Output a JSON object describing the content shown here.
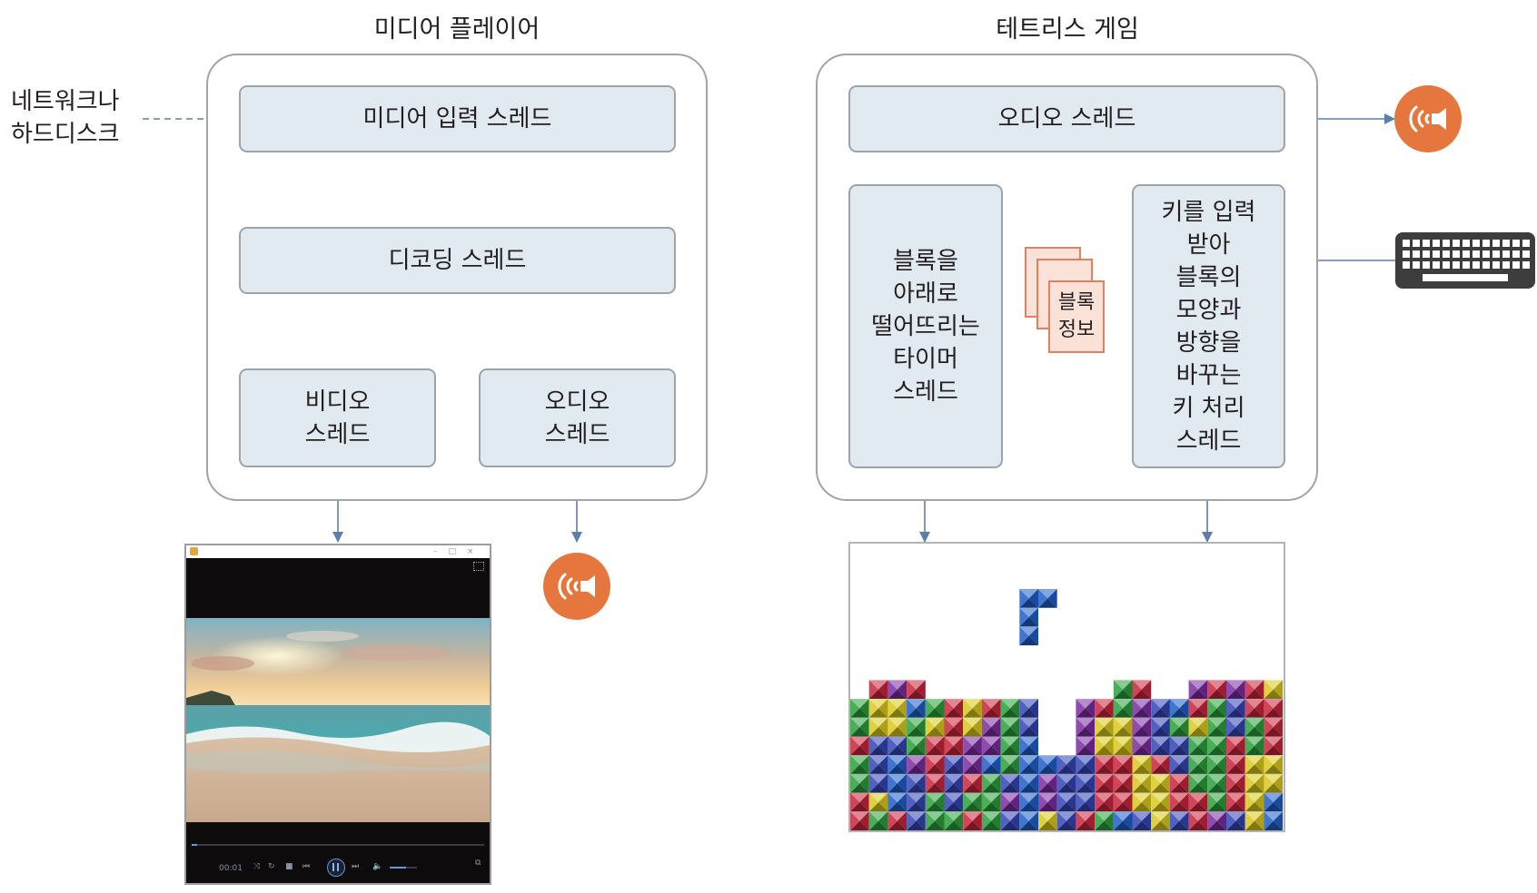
{
  "media_player": {
    "title": "미디어 플레이어",
    "source_label": "네트워크나\n하드디스크",
    "input_thread": "미디어 입력 스레드",
    "decoding_thread": "디코딩 스레드",
    "video_thread": "비디오\n스레드",
    "audio_thread": "오디오\n스레드",
    "screenshot": {
      "time": "00:01",
      "progress": 0.02,
      "volume": 0.6
    }
  },
  "tetris_game": {
    "title": "테트리스 게임",
    "audio_thread": "오디오  스레드",
    "timer_thread": "블록을\n아래로\n떨어뜨리는\n타이머\n스레드",
    "key_thread": "키를 입력\n받아\n블록의\n모양과\n방향을\n바꾸는\n키 처리\n스레드",
    "block_info": "블록\n정보"
  },
  "icons": {
    "speaker": "speaker-icon",
    "keyboard": "keyboard-icon",
    "accent_color": "#e5763e",
    "box_fill": "#e1e9f1",
    "arrow_color": "#5b7fa8"
  },
  "tetris_colors": [
    "#c8243c",
    "#3344b4",
    "#2a9e3a",
    "#d8c81c",
    "#7a2ca0",
    "#1e5ec8"
  ]
}
